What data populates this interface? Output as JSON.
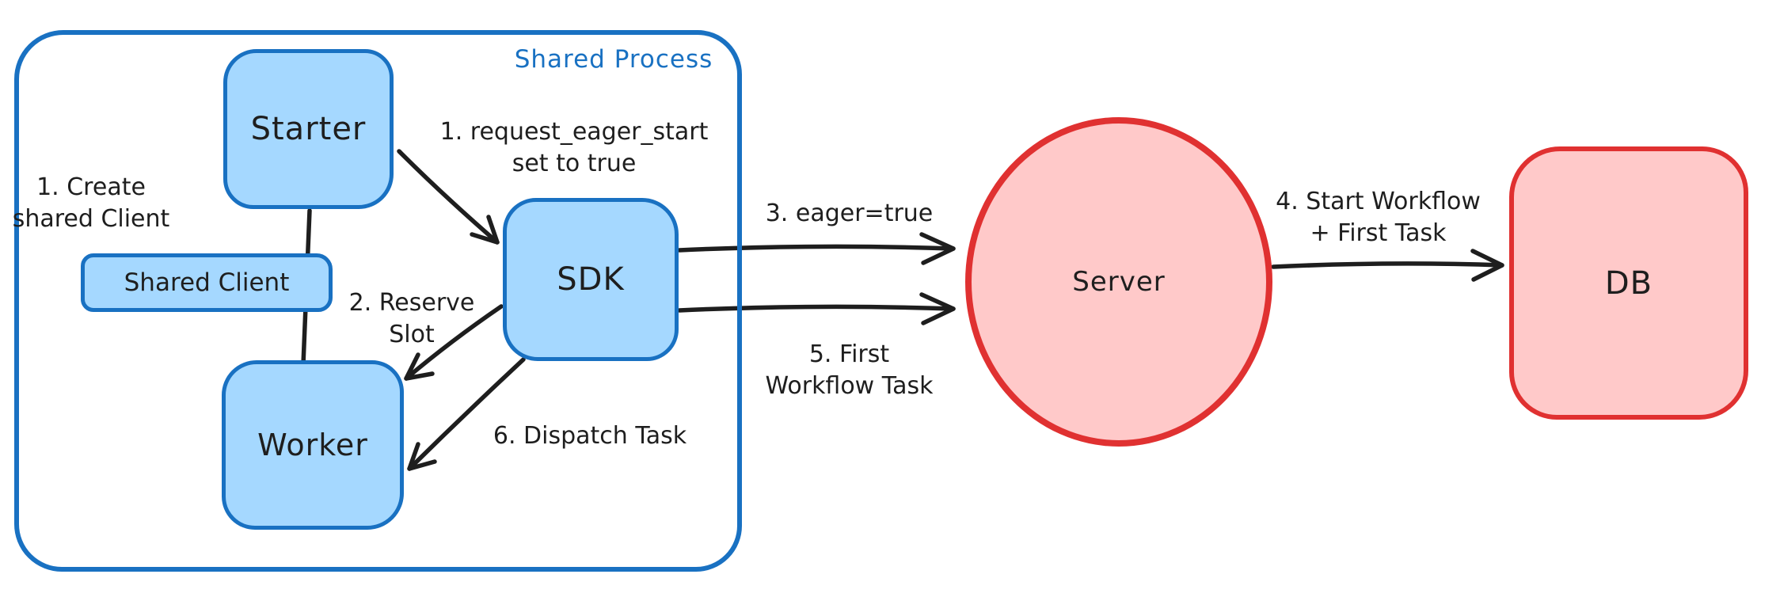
{
  "diagram_title": "Shared Process eager workflow start diagram",
  "colors": {
    "blue_stroke": "#1971c2",
    "blue_fill": "#a5d8ff",
    "red_stroke": "#e03131",
    "red_fill": "#ffc9c9",
    "ink": "#1e1e1e",
    "background": "#ffffff"
  },
  "container": {
    "label": "Shared Process"
  },
  "nodes": {
    "starter": {
      "label": "Starter"
    },
    "shared_client": {
      "label": "Shared Client"
    },
    "worker": {
      "label": "Worker"
    },
    "sdk": {
      "label": "SDK"
    },
    "server": {
      "label": "Server"
    },
    "db": {
      "label": "DB"
    }
  },
  "annotations": {
    "step1_create": "1. Create\nshared Client",
    "step1_request": "1. request_eager_start\nset to true",
    "step2_reserve": "2. Reserve\nSlot",
    "step3_eager": "3. eager=true",
    "step4_start": "4. Start Workflow\n+ First Task",
    "step5_first": "5. First\nWorkflow Task",
    "step6_dispatch": "6. Dispatch Task"
  },
  "edges": [
    {
      "from": "starter",
      "to": "shared_client",
      "label": "1. Create shared Client",
      "style": "plain-line"
    },
    {
      "from": "shared_client",
      "to": "worker",
      "label": "",
      "style": "plain-line"
    },
    {
      "from": "starter",
      "to": "sdk",
      "label": "1. request_eager_start set to true",
      "style": "arrow"
    },
    {
      "from": "sdk",
      "to": "worker",
      "label": "2. Reserve Slot",
      "style": "arrow"
    },
    {
      "from": "sdk",
      "to": "server",
      "label": "3. eager=true",
      "style": "arrow"
    },
    {
      "from": "server",
      "to": "db",
      "label": "4. Start Workflow + First Task",
      "style": "arrow"
    },
    {
      "from": "sdk",
      "to": "server",
      "label": "5. First Workflow Task",
      "style": "arrow"
    },
    {
      "from": "sdk",
      "to": "worker",
      "label": "6. Dispatch Task",
      "style": "arrow"
    }
  ]
}
